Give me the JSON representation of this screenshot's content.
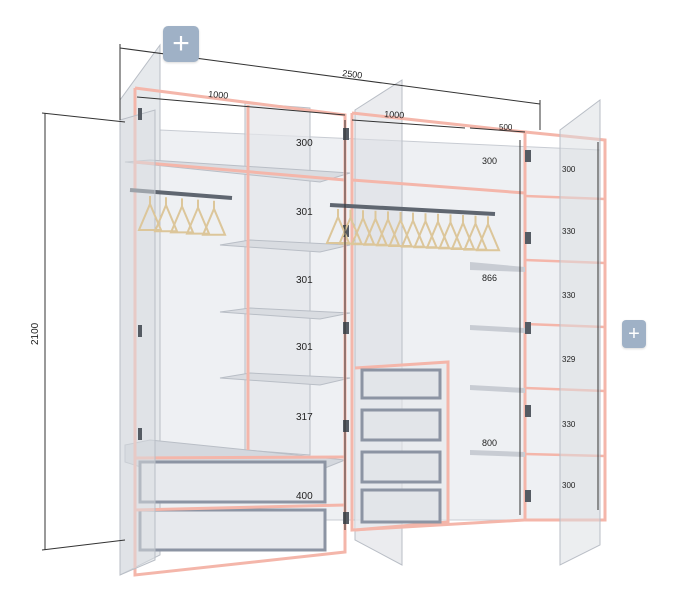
{
  "colors": {
    "frame": "#f4b6aa",
    "panel_fill": "#e4e6ea",
    "panel_stroke": "#b9bec6",
    "dimension_line": "#333333",
    "hanger": "#dcc69a",
    "rail": "#5f6670",
    "button": "#9fb1c6",
    "drawer_front": "#8c94a3"
  },
  "icons": {
    "add_top": "plus-icon",
    "add_right": "plus-icon"
  },
  "buttons": {
    "add_top_label": "+",
    "add_right_label": "+"
  },
  "dimensions": {
    "total_width": "2500",
    "total_height": "2100",
    "section_left_width": "1000",
    "section_middle_width": "1000",
    "section_right_width": "500"
  },
  "shelf_spacings": {
    "left": [
      "300",
      "301",
      "301",
      "301",
      "317",
      "400"
    ],
    "middle": [
      "300",
      "866",
      "800"
    ],
    "right": [
      "300",
      "330",
      "330",
      "329",
      "330",
      "300"
    ]
  }
}
